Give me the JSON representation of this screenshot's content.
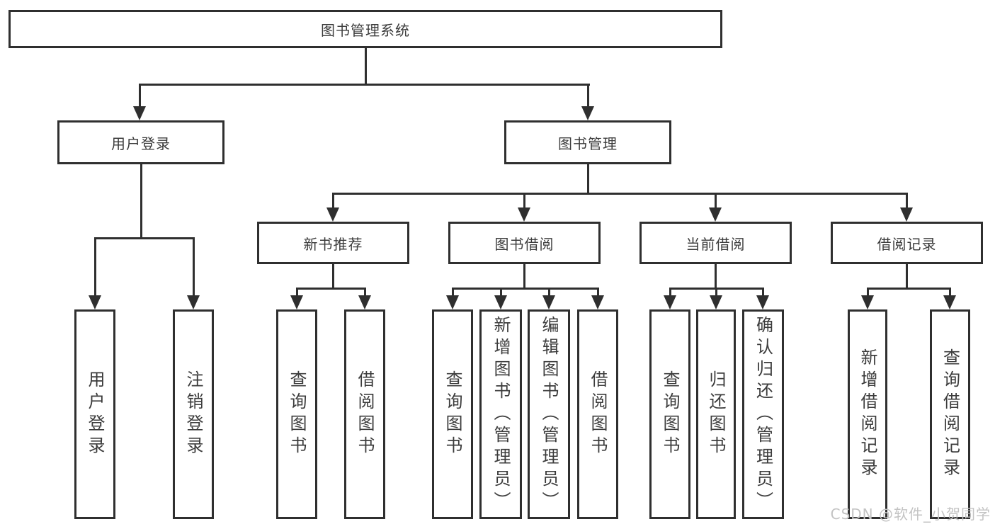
{
  "diagram": {
    "root": {
      "label": "图书管理系统"
    },
    "branches": [
      {
        "label": "用户登录",
        "children": [
          {
            "label": "用户登录"
          },
          {
            "label": "注销登录"
          }
        ]
      },
      {
        "label": "图书管理",
        "groups": [
          {
            "label": "新书推荐",
            "children": [
              {
                "label": "查询图书"
              },
              {
                "label": "借阅图书"
              }
            ]
          },
          {
            "label": "图书借阅",
            "children": [
              {
                "label": "查询图书"
              },
              {
                "label": "新增图书（管理员）"
              },
              {
                "label": "编辑图书（管理员）"
              },
              {
                "label": "借阅图书"
              }
            ]
          },
          {
            "label": "当前借阅",
            "children": [
              {
                "label": "查询图书"
              },
              {
                "label": "归还图书"
              },
              {
                "label": "确认归还（管理员）"
              }
            ]
          },
          {
            "label": "借阅记录",
            "children": [
              {
                "label": "新增借阅记录"
              },
              {
                "label": "查询借阅记录"
              }
            ]
          }
        ]
      }
    ]
  },
  "watermark": {
    "text": "CSDN @软件_小贺同学"
  },
  "colors": {
    "line": "#2f2f2f",
    "text": "#3c3c3c",
    "watermark": "#c3c3c3",
    "background": "#ffffff"
  }
}
